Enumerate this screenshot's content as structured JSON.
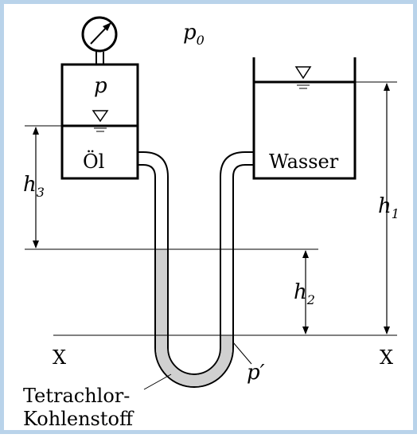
{
  "labels": {
    "p0": "p",
    "p0_sub": "0",
    "p": "p",
    "oil": "Öl",
    "water": "Wasser",
    "h1": "h",
    "h1_sub": "1",
    "h2": "h",
    "h2_sub": "2",
    "h3": "h",
    "h3_sub": "3",
    "x_left": "X",
    "x_right": "X",
    "p_prime": "p′",
    "fluid_line1": "Tetrachlor-",
    "fluid_line2": "Kohlenstoff"
  },
  "icons": {
    "gauge": "pressure-gauge-icon",
    "level": "liquid-level-triangle-icon"
  },
  "colors": {
    "frame": "#b9d3ea",
    "heavy_fluid": "#d0d0d0",
    "line": "#000000"
  }
}
